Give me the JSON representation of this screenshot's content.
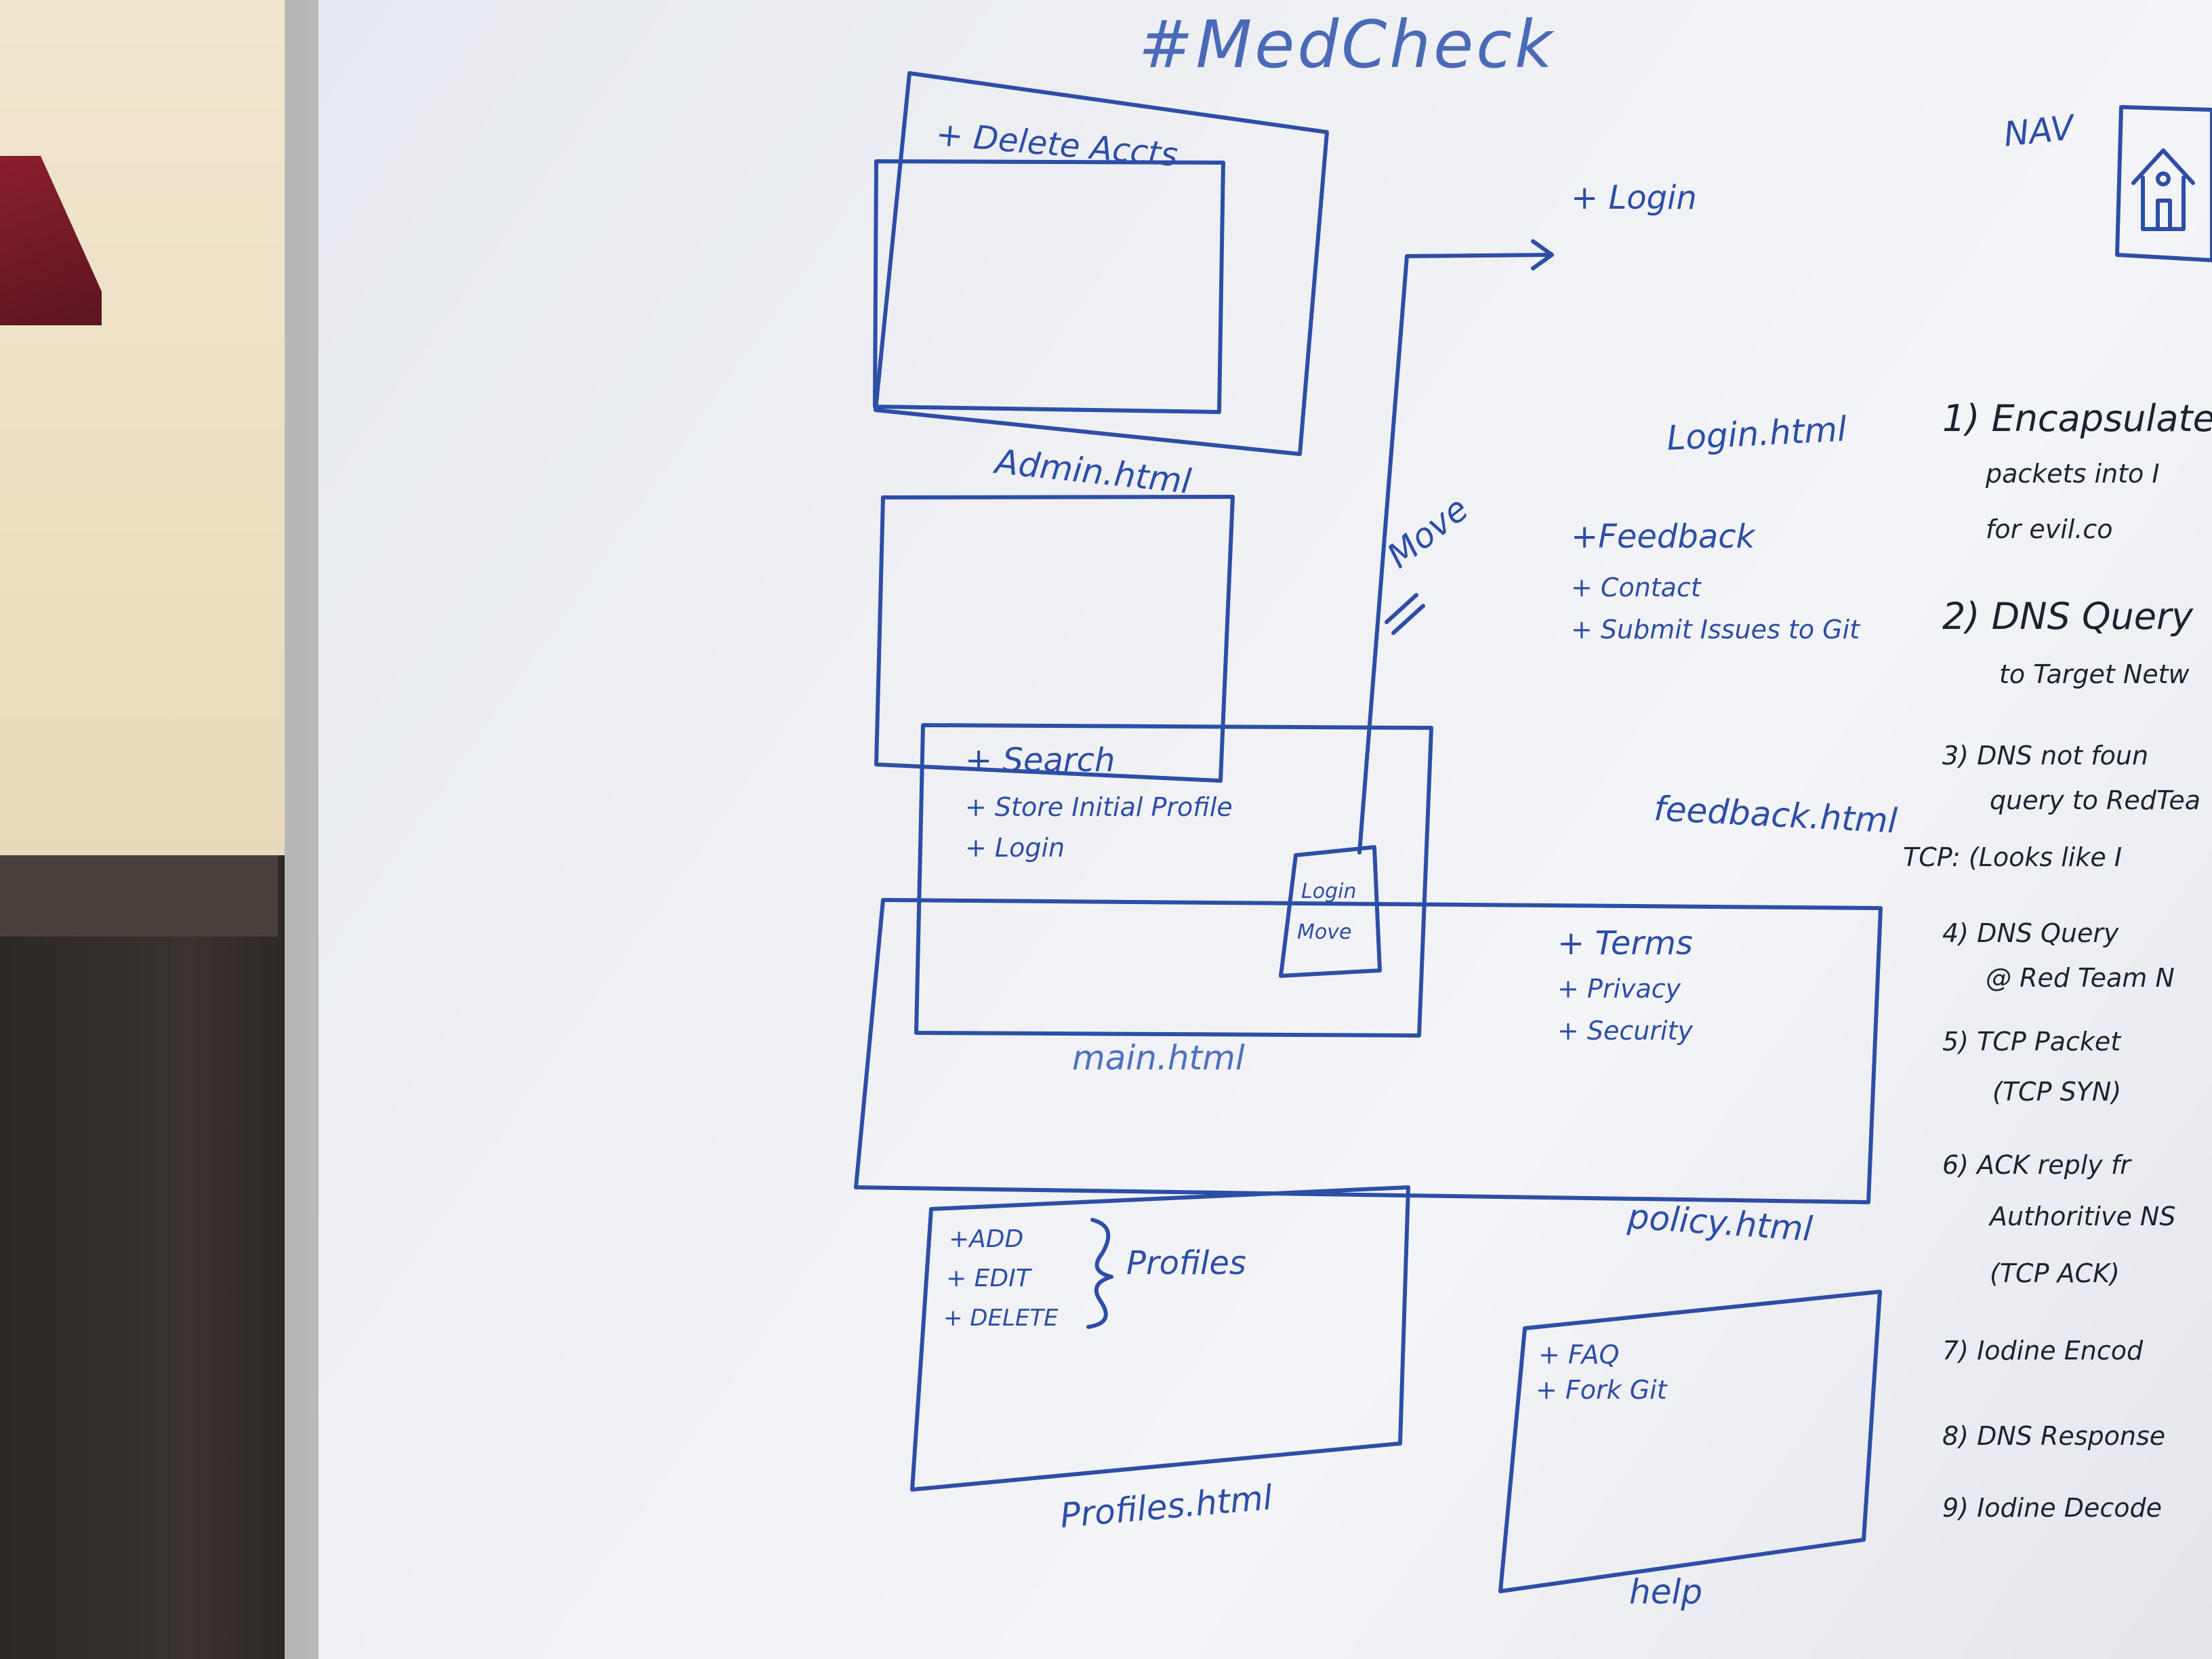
{
  "board_title": "#MedCheck",
  "pages": {
    "admin": {
      "items": [
        "+ Delete Accts"
      ],
      "label": "Admin.html"
    },
    "login": {
      "items": [
        "+ Login"
      ],
      "label": "Login.html"
    },
    "feedback": {
      "items": [
        "+Feedback",
        "+ Contact",
        "+ Submit Issues to Git"
      ],
      "label": "feedback.html"
    },
    "main": {
      "items": [
        "+ Search",
        "+ Store Initial Profile",
        "+ Login"
      ],
      "label": "main.html",
      "login_box": [
        "Login",
        "Move"
      ]
    },
    "policy": {
      "items": [
        "+ Terms",
        "+ Privacy",
        "+ Security"
      ],
      "label": "policy.html"
    },
    "profiles": {
      "items": [
        "+ADD",
        "+ EDIT",
        "+ DELETE"
      ],
      "group_label": "Profiles",
      "label": "Profiles.html"
    },
    "help": {
      "items": [
        "+ FAQ",
        "+ Fork Git"
      ],
      "label": "help"
    }
  },
  "arrow_label": "Move",
  "nav_label": "NAV",
  "nav_icon": "house-icon",
  "notes": {
    "lines": [
      "1) Encapsulate",
      "packets into I",
      "for evil.co",
      "2) DNS Query",
      "to Target Netw",
      "3) DNS not foun",
      "query to RedTea",
      "TCP: (Looks like I",
      "4) DNS Query",
      "@ Red Team N",
      "5) TCP Packet",
      "(TCP SYN)",
      "6) ACK reply fr",
      "Authoritive NS",
      "(TCP ACK)",
      "7) Iodine Encod",
      "8) DNS Response",
      "9) Iodine Decode"
    ]
  },
  "colors": {
    "ink": "#2d4ea6",
    "board": "#eef0f4",
    "dark_ink": "#1c2230"
  }
}
